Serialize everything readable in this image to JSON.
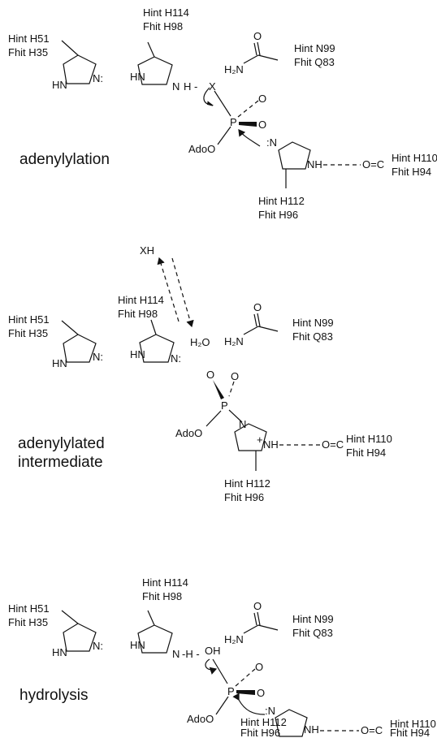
{
  "panels": [
    {
      "title": "adenylylation",
      "labels": {
        "his51": [
          "Hint H51",
          "Fhit H35"
        ],
        "his114": [
          "Hint H114",
          "Fhit H98"
        ],
        "n99": [
          "Hint N99",
          "Fhit Q83"
        ],
        "h110": [
          "Hint H110",
          "Fhit H94"
        ],
        "h112": [
          "Hint H112",
          "Fhit H96"
        ]
      },
      "atoms": {
        "n1": "N:",
        "nh1": "HN",
        "n2": "N",
        "nh2": "HN",
        "h_bond": "H -",
        "x": "X",
        "o_amide": "O",
        "h2n": "H₂N",
        "p": "P",
        "o1": "O",
        "o2": "O",
        "ado": "AdoO",
        "n_his": ":N",
        "nh_his": "NH",
        "oc": "O=C"
      }
    },
    {
      "title_line1": "adenylylated",
      "title_line2": "intermediate",
      "xh": "XH",
      "h2o": "H₂O",
      "labels": {
        "his51": [
          "Hint H51",
          "Fhit H35"
        ],
        "his114": [
          "Hint H114",
          "Fhit H98"
        ],
        "n99": [
          "Hint N99",
          "Fhit Q83"
        ],
        "h110": [
          "Hint H110",
          "Fhit H94"
        ],
        "h112": [
          "Hint H112",
          "Fhit H96"
        ]
      },
      "atoms": {
        "n1": "N:",
        "nh1": "HN",
        "n2": "N:",
        "nh2": "HN",
        "o_amide": "O",
        "h2n": "H₂N",
        "p": "P",
        "o1": "O",
        "o2": "O",
        "ado": "AdoO",
        "n_his": "N",
        "plus": "+",
        "nh_his": "NH",
        "oc": "O=C"
      }
    },
    {
      "title": "hydrolysis",
      "labels": {
        "his51": [
          "Hint H51",
          "Fhit H35"
        ],
        "his114": [
          "Hint H114",
          "Fhit H98"
        ],
        "n99": [
          "Hint N99",
          "Fhit Q83"
        ],
        "h110": [
          "Hint H110",
          "Fhit H94"
        ],
        "h112": [
          "Hint H112",
          "Fhit H96"
        ]
      },
      "atoms": {
        "n1": "N:",
        "nh1": "HN",
        "n2": "N",
        "nh2": "HN",
        "h_bond": "-H -",
        "oh": "OH",
        "o_amide": "O",
        "h2n": "H₂N",
        "p": "P",
        "o1": "O",
        "o2": "O",
        "ado": "AdoO",
        "n_his": ":N",
        "nh_his": "NH",
        "oc": "O=C"
      }
    }
  ]
}
